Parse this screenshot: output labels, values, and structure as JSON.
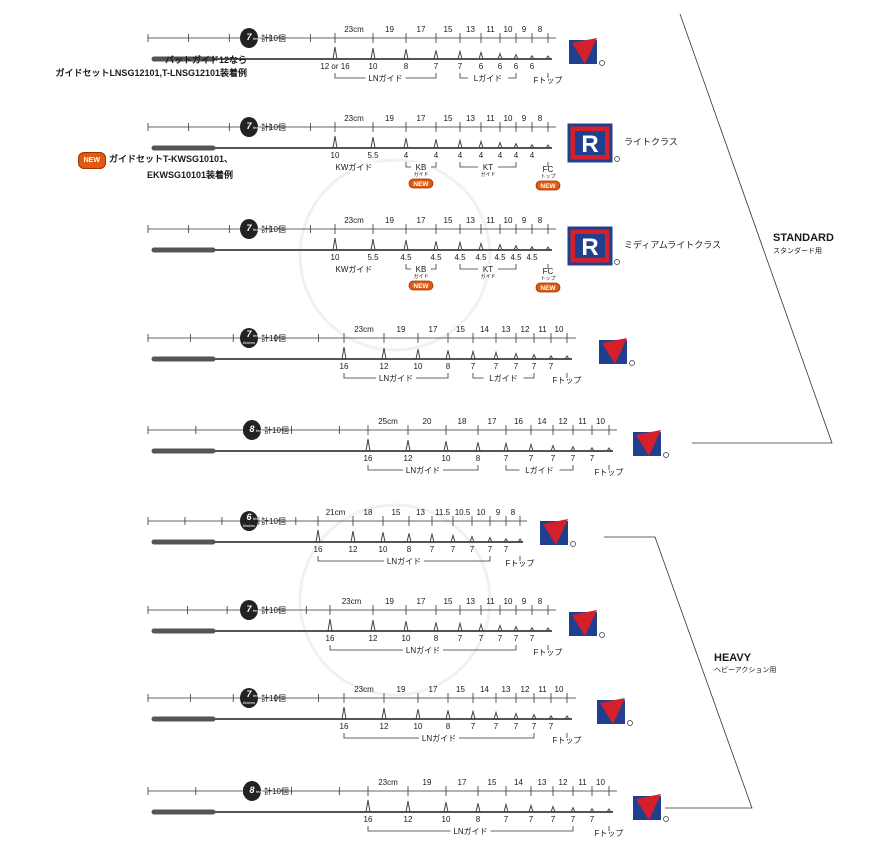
{
  "notes": {
    "row1_line1": "バットガイド12なら",
    "row1_line2": "ガイドセットLNSG12101,T-LNSG12101装着例",
    "row2_new": "NEW",
    "row2_line1": "ガイドセットT-KWSG10101、",
    "row2_line2": "EKWSG10101装着例"
  },
  "groups": [
    {
      "title": "STANDARD",
      "subtitle": "スタンダード用"
    },
    {
      "title": "HEAVY",
      "subtitle": "ヘビーアクション用"
    }
  ],
  "total_label": "計10個",
  "rows": [
    {
      "length": "7",
      "unit": "feet",
      "sub": "",
      "spacings": [
        "23cm",
        "19",
        "17",
        "15",
        "13",
        "11",
        "10",
        "9",
        "8"
      ],
      "sizes": [
        "12 or 16",
        "10",
        "8",
        "7",
        "7",
        "6",
        "6",
        "6",
        "6"
      ],
      "brackets": [
        {
          "label": "LNガイド",
          "span": [
            0,
            3
          ]
        },
        {
          "label": "Lガイド",
          "span": [
            4,
            7
          ]
        }
      ],
      "top_label": "Fトップ",
      "top_new": false,
      "class_label": "",
      "logo": "red",
      "group_labels": []
    },
    {
      "length": "7",
      "unit": "feet",
      "sub": "",
      "spacings": [
        "23cm",
        "19",
        "17",
        "15",
        "13",
        "11",
        "10",
        "9",
        "8"
      ],
      "sizes": [
        "10",
        "5.5",
        "4",
        "4",
        "4",
        "4",
        "4",
        "4",
        "4"
      ],
      "brackets": [
        {
          "label": "KWガイド",
          "span": [
            0,
            1
          ]
        },
        {
          "label": "KB",
          "sub": "ガイド",
          "span": [
            2,
            3
          ],
          "new": true
        },
        {
          "label": "KT",
          "sub": "ガイド",
          "span": [
            4,
            7
          ]
        }
      ],
      "top_label": "FC",
      "top_sub": "トップ",
      "top_new": true,
      "class_label": "ライトクラス",
      "logo": "blue"
    },
    {
      "length": "7",
      "unit": "feet",
      "sub": "",
      "spacings": [
        "23cm",
        "19",
        "17",
        "15",
        "13",
        "11",
        "10",
        "9",
        "8"
      ],
      "sizes": [
        "10",
        "5.5",
        "4.5",
        "4.5",
        "4.5",
        "4.5",
        "4.5",
        "4.5",
        "4.5"
      ],
      "brackets": [
        {
          "label": "KWガイド",
          "span": [
            0,
            1
          ]
        },
        {
          "label": "KB",
          "sub": "ガイド",
          "span": [
            2,
            3
          ],
          "new": true
        },
        {
          "label": "KT",
          "sub": "ガイド",
          "span": [
            4,
            7
          ]
        }
      ],
      "top_label": "FC",
      "top_sub": "トップ",
      "top_new": true,
      "class_label": "ミディアムライトクラス",
      "logo": "blue"
    },
    {
      "length": "7",
      "unit": "feet",
      "sub": "6inches",
      "spacings": [
        "23cm",
        "19",
        "17",
        "15",
        "14",
        "13",
        "12",
        "11",
        "10"
      ],
      "sizes": [
        "16",
        "12",
        "10",
        "8",
        "7",
        "7",
        "7",
        "7",
        "7"
      ],
      "brackets": [
        {
          "label": "LNガイド",
          "span": [
            0,
            3
          ]
        },
        {
          "label": "Lガイド",
          "span": [
            4,
            7
          ]
        }
      ],
      "top_label": "Fトップ",
      "top_new": false,
      "class_label": "",
      "logo": "red"
    },
    {
      "length": "8",
      "unit": "feet",
      "sub": "",
      "spacings": [
        "25cm",
        "20",
        "18",
        "17",
        "16",
        "14",
        "12",
        "11",
        "10"
      ],
      "sizes": [
        "16",
        "12",
        "10",
        "8",
        "7",
        "7",
        "7",
        "7",
        "7"
      ],
      "brackets": [
        {
          "label": "LNガイド",
          "span": [
            0,
            3
          ]
        },
        {
          "label": "Lガイド",
          "span": [
            4,
            7
          ]
        }
      ],
      "top_label": "Fトップ",
      "top_new": false,
      "class_label": "",
      "logo": "red"
    },
    {
      "length": "6",
      "unit": "feet",
      "sub": "6inches",
      "spacings": [
        "21cm",
        "18",
        "15",
        "13",
        "11.5",
        "10.5",
        "10",
        "9",
        "8"
      ],
      "sizes": [
        "16",
        "12",
        "10",
        "8",
        "7",
        "7",
        "7",
        "7",
        "7"
      ],
      "brackets": [
        {
          "label": "LNガイド",
          "span": [
            0,
            7
          ]
        }
      ],
      "top_label": "Fトップ",
      "top_new": false,
      "class_label": "",
      "logo": "red"
    },
    {
      "length": "7",
      "unit": "feet",
      "sub": "",
      "spacings": [
        "23cm",
        "19",
        "17",
        "15",
        "13",
        "11",
        "10",
        "9",
        "8"
      ],
      "sizes": [
        "16",
        "12",
        "10",
        "8",
        "7",
        "7",
        "7",
        "7",
        "7"
      ],
      "brackets": [
        {
          "label": "LNガイド",
          "span": [
            0,
            7
          ]
        }
      ],
      "top_label": "Fトップ",
      "top_new": false,
      "class_label": "",
      "logo": "red"
    },
    {
      "length": "7",
      "unit": "feet",
      "sub": "6inches",
      "spacings": [
        "23cm",
        "19",
        "17",
        "15",
        "14",
        "13",
        "12",
        "11",
        "10"
      ],
      "sizes": [
        "16",
        "12",
        "10",
        "8",
        "7",
        "7",
        "7",
        "7",
        "7"
      ],
      "brackets": [
        {
          "label": "LNガイド",
          "span": [
            0,
            7
          ]
        }
      ],
      "top_label": "Fトップ",
      "top_new": false,
      "class_label": "",
      "logo": "red"
    },
    {
      "length": "8",
      "unit": "feet",
      "sub": "",
      "spacings": [
        "23cm",
        "19",
        "17",
        "15",
        "14",
        "13",
        "12",
        "11",
        "10"
      ],
      "sizes": [
        "16",
        "12",
        "10",
        "8",
        "7",
        "7",
        "7",
        "7",
        "7"
      ],
      "brackets": [
        {
          "label": "LNガイド",
          "span": [
            0,
            7
          ]
        }
      ],
      "top_label": "Fトップ",
      "top_new": false,
      "class_label": "",
      "logo": "red"
    }
  ]
}
